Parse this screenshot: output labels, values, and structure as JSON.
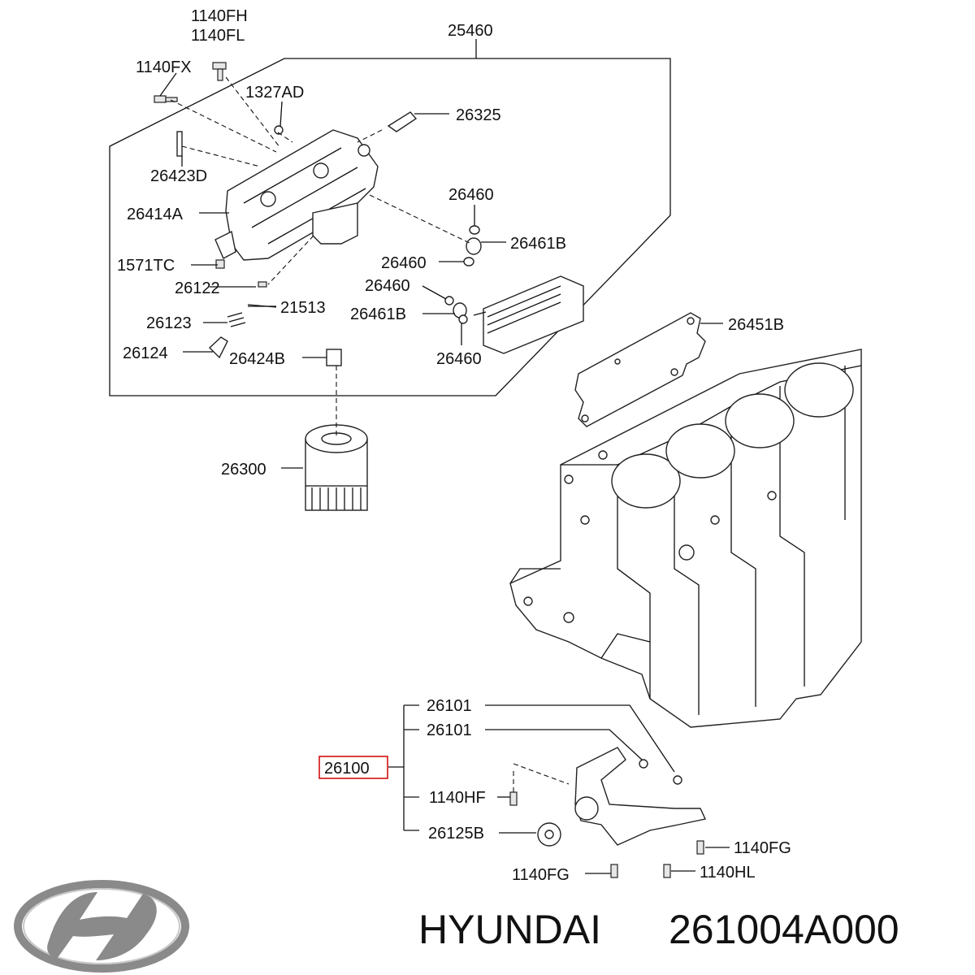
{
  "labels": {
    "l_1140fh": "1140FH",
    "l_1140fl": "1140FL",
    "l_25460": "25460",
    "l_1140fx": "1140FX",
    "l_1327ad": "1327AD",
    "l_26325": "26325",
    "l_26423d": "26423D",
    "l_26414a": "26414A",
    "l_26460_a": "26460",
    "l_26461b_a": "26461B",
    "l_26460_b": "26460",
    "l_1571tc": "1571TC",
    "l_26122": "26122",
    "l_26460_c": "26460",
    "l_21513": "21513",
    "l_26461b_b": "26461B",
    "l_26123": "26123",
    "l_26451b": "26451B",
    "l_26124": "26124",
    "l_26424b": "26424B",
    "l_26460_d": "26460",
    "l_26300": "26300",
    "l_26101_a": "26101",
    "l_26101_b": "26101",
    "l_26100": "26100",
    "l_1140hf": "1140HF",
    "l_26125b": "26125B",
    "l_1140fg_a": "1140FG",
    "l_1140fg_b": "1140FG",
    "l_1140hl": "1140HL"
  },
  "footer": {
    "brand": "HYUNDAI",
    "part_number": "261004A000"
  },
  "colors": {
    "highlight_box": "#d01010",
    "logo_fill": "#8a8a8a",
    "line": "#111111"
  }
}
